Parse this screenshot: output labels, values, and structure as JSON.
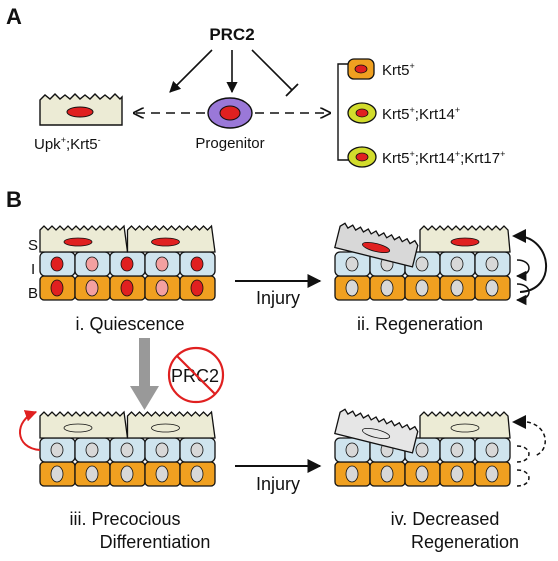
{
  "panel_a": {
    "letter": "A",
    "regulator": "PRC2",
    "progenitor_label": "Progenitor",
    "umbrella_marker": {
      "base": "Upk",
      "sup1": "+",
      "mid": ";Krt5",
      "sup2": "-"
    },
    "basal_types": [
      {
        "text": "Krt5",
        "sup": "+",
        "fill": "#f0a020"
      },
      {
        "text": "Krt5",
        "sup": "+",
        "text2": ";Krt14",
        "sup2": "+",
        "fill": "#d2dc2c"
      },
      {
        "text": "Krt5",
        "sup": "+",
        "text2": ";Krt14",
        "sup2": "+",
        "text3": ";Krt17",
        "sup3": "+",
        "fill": "#d2dc2c"
      }
    ]
  },
  "panel_b": {
    "letter": "B",
    "layers": [
      "S",
      "I",
      "B"
    ],
    "injury_label": "Injury",
    "prc2_label": "PRC2",
    "states": [
      {
        "line1": "i. Quiescence",
        "line2": ""
      },
      {
        "line1": "ii. Regeneration",
        "line2": ""
      },
      {
        "line1": "iii. Precocious",
        "line2": "Differentiation"
      },
      {
        "line1": "iv. Decreased",
        "line2": "Regeneration"
      }
    ]
  },
  "colors": {
    "umbrella": "#ecebd5",
    "intermediate": "#cfe4ee",
    "basal": "#f0a020",
    "nucleus_red": "#e02020",
    "nucleus_pink": "#f4a0a0",
    "nucleus_grey": "#d8d8d8",
    "progenitor": "#9a78d8",
    "inhibit": "#e02020",
    "arrow_grey": "#999999"
  }
}
